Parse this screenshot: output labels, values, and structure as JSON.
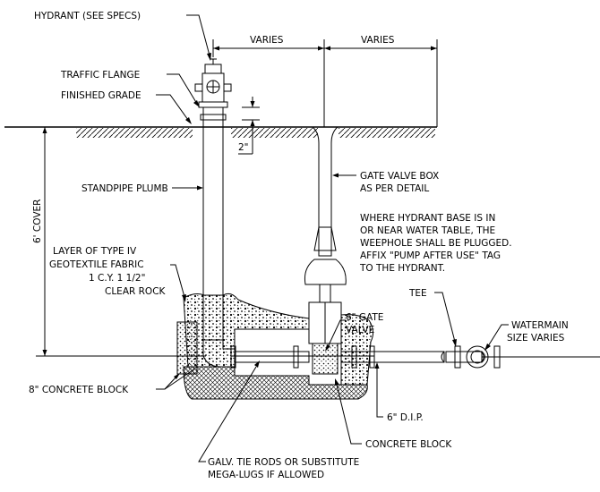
{
  "labels": {
    "hydrant": "HYDRANT (SEE SPECS)",
    "traffic_flange": "TRAFFIC FLANGE",
    "finished_grade": "FINISHED GRADE",
    "varies_left": "VARIES",
    "varies_right": "VARIES",
    "dim_2": "2\"",
    "standpipe": "STANDPIPE PLUMB",
    "gate_valve_box_1": "GATE VALVE BOX",
    "gate_valve_box_2": "AS PER DETAIL",
    "note_1": "WHERE HYDRANT BASE IS IN",
    "note_2": "OR NEAR WATER TABLE, THE",
    "note_3": "WEEPHOLE SHALL BE PLUGGED.",
    "note_4": "AFFIX \"PUMP AFTER USE\" TAG",
    "note_5": "TO THE HYDRANT.",
    "cover": "6' COVER",
    "layer_1": "LAYER OF TYPE IV",
    "layer_2": "GEOTEXTILE FABRIC",
    "layer_3": "1 C.Y. 1 1/2\"",
    "layer_4": "CLEAR ROCK",
    "tee": "TEE",
    "watermain_1": "WATERMAIN",
    "watermain_2": "SIZE VARIES",
    "gate_valve_1": "6\" GATE",
    "gate_valve_2": "VALVE",
    "concrete_block_8": "8\" CONCRETE BLOCK",
    "dip": "6\" D.I.P.",
    "concrete_block": "CONCRETE BLOCK",
    "tie_rods_1": "GALV. TIE RODS OR SUBSTITUTE",
    "tie_rods_2": "MEGA-LUGS IF ALLOWED"
  }
}
